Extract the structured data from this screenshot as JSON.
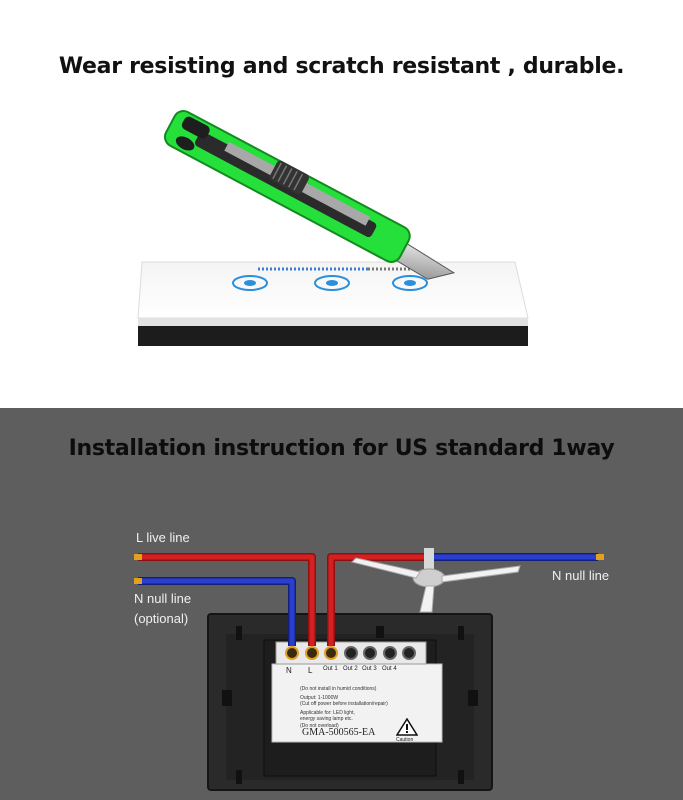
{
  "section1": {
    "title": "Wear resisting and scratch resistant , durable."
  },
  "section2": {
    "title": "Installation instruction for US standard 1way",
    "labels": {
      "live_line": "L live line",
      "null_line_left": "N null line",
      "optional": "(optional)",
      "null_line_right": "N null line"
    },
    "terminals": [
      "N",
      "L",
      "Out 1",
      "Out 2",
      "Out 3",
      "Out 4"
    ],
    "label_text": {
      "line1": "(Do not install in humid conditions)",
      "line2": "Output: 1-1000W",
      "line3": "(Cut off power before installation/repair)",
      "line4": "Applicable for: LED light,",
      "line5": "energy saving lamp etc.",
      "line6": "(Do not overload)",
      "model": "GMA-500565-EA",
      "caution": "Caution"
    }
  },
  "colors": {
    "background_bottom": "#5e5e5e",
    "live_wire": "#d42020",
    "null_wire": "#2a3fd0",
    "knife_green": "#25e03a",
    "touch_icon": "#2a8fdc"
  }
}
